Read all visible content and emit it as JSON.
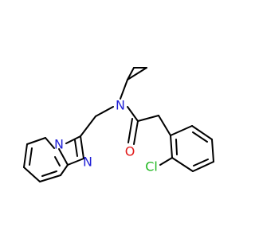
{
  "molecule": {
    "atoms": {
      "n_amide": "N",
      "o_carbonyl": "O",
      "cl": "Cl",
      "n_bridge": "N",
      "n_ring": "N"
    },
    "colors": {
      "bond": "#000000",
      "nitrogen": "#1f1fd6",
      "oxygen": "#e11919",
      "chlorine": "#22b822",
      "background": "#ffffff"
    }
  }
}
